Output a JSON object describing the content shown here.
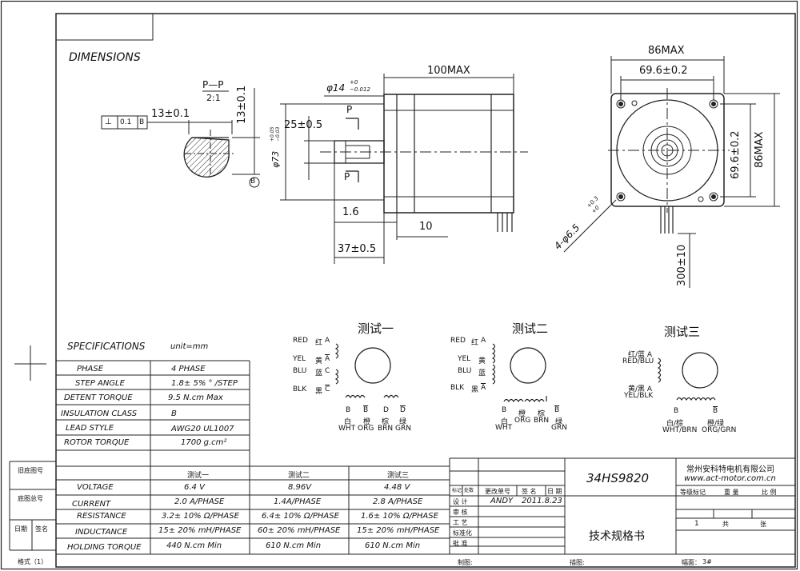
{
  "dimensions_title": "DIMENSIONS",
  "section_view": {
    "label": "P—P",
    "scale": "2:1",
    "flatness_symbol": "⊥",
    "flatness_value": "0.1",
    "flatness_datum": "B",
    "dim_flat": "13±0.1",
    "dim_height": "13±0.1",
    "datum": "B"
  },
  "side_view": {
    "len_max": "100MAX",
    "shaft_dia": "φ14",
    "shaft_tol_up": "+0",
    "shaft_tol_dn": "−0.012",
    "key_len": "25±0.5",
    "pilot_dia": "φ73",
    "pilot_tol_up": "+0.05",
    "pilot_tol_dn": "−0.03",
    "pilot_depth": "1.6",
    "flange": "10",
    "shaft_len": "37±0.5",
    "section_mark": "P"
  },
  "front_view": {
    "overall_w": "86MAX",
    "bolt_w": "69.6±0.2",
    "bolt_h": "69.6±0.2",
    "overall_h": "86MAX",
    "holes": "4-φ6.5",
    "holes_tol_up": "+0.3",
    "holes_tol_dn": "+0",
    "lead_len": "300±10"
  },
  "specs": {
    "title": "SPECIFICATIONS",
    "unit": "unit=mm",
    "rows": [
      {
        "label": "PHASE",
        "value": "4  PHASE"
      },
      {
        "label": "STEP ANGLE",
        "value": "1.8± 5% ° /STEP"
      },
      {
        "label": "DETENT TORQUE",
        "value": "9.5 N.cm Max"
      },
      {
        "label": "INSULATION CLASS",
        "value": "B"
      },
      {
        "label": "LEAD STYLE",
        "value": "AWG20 UL1007"
      },
      {
        "label": "ROTOR TORQUE",
        "value": "1700 g.cm²"
      }
    ]
  },
  "tests": {
    "headers": [
      "测试一",
      "测试二",
      "测试三"
    ],
    "rows": [
      {
        "label": "VOLTAGE",
        "values": [
          "6.4  V",
          "8.96V",
          "4.48  V"
        ]
      },
      {
        "label": "CURRENT",
        "values": [
          "2.0  A/PHASE",
          "1.4A/PHASE",
          "2.8  A/PHASE"
        ]
      },
      {
        "label": "RESISTANCE",
        "values": [
          "3.2± 10%  Ω/PHASE",
          "6.4± 10%  Ω/PHASE",
          "1.6± 10%  Ω/PHASE"
        ]
      },
      {
        "label": "INDUCTANCE",
        "values": [
          "15± 20% mH/PHASE",
          "60± 20% mH/PHASE",
          "15± 20% mH/PHASE"
        ]
      },
      {
        "label": "HOLDING TORQUE",
        "values": [
          "440  N.cm Min",
          "610  N.cm Min",
          "610  N.cm Min"
        ]
      }
    ]
  },
  "wiring": {
    "title1": "测试一",
    "title2": "测试二",
    "title3": "测试三",
    "d1": {
      "red": "RED",
      "red_cn": "红",
      "a": "A",
      "yel": "YEL",
      "yel_cn": "黄",
      "a_bar": "A",
      "blu": "BLU",
      "blu_cn": "蓝",
      "c": "C",
      "blk": "BLK",
      "blk_cn": "黑",
      "c_bar": "C",
      "b": "B",
      "b_bar": "B",
      "d": "D",
      "d_bar": "D",
      "wht_cn": "白",
      "org_cn": "橙",
      "brn_cn": "棕",
      "grn_cn": "绿",
      "wht": "WHT",
      "org": "ORG",
      "brn": "BRN",
      "grn": "GRN"
    },
    "d2": {
      "red": "RED",
      "red_cn": "红",
      "a": "A",
      "yel": "YEL",
      "yel_cn": "黄",
      "blu": "BLU",
      "blu_cn": "蓝",
      "blk": "BLK",
      "blk_cn": "黑",
      "a_bar": "A",
      "b": "B",
      "b_bar": "B",
      "wht_cn": "白",
      "org_cn": "橙",
      "brn_cn": "棕",
      "grn_cn": "绿",
      "wht": "WHT",
      "org": "ORG",
      "brn": "BRN",
      "grn": "GRN"
    },
    "d3": {
      "l1": "红/蓝 A",
      "l2": "RED/BLU",
      "l3": "黄/黑 A",
      "l4": "YEL/BLK",
      "b": "B",
      "b_bar": "B",
      "l5": "白/棕",
      "l6": "WHT/BRN",
      "l7": "橙/绿",
      "l8": "ORG/GRN"
    }
  },
  "title_block": {
    "model": "34HS9820",
    "company": "常州安科特电机有限公司",
    "website": "www.act-motor.com.cn",
    "designer": "ANDY",
    "date": "2011.8.23",
    "doc_title": "技术规格书",
    "h_mark": "标记",
    "h_count": "处数",
    "h_doc": "更改单号",
    "h_sign": "签  名",
    "h_date": "日  期",
    "design": "设  计",
    "review": "审  核",
    "process": "工  艺",
    "standard": "标准化",
    "approve": "批  准",
    "stage": "等级标记",
    "weight": "重  量",
    "ratio": "比  例",
    "sheet_num": "1",
    "total": "共",
    "sheet": "张",
    "drawn": "制图:",
    "desc": "描图:",
    "size": "幅面：",
    "size_val": "3#"
  },
  "margin": {
    "old_no": "旧底图号",
    "base_no": "底图总号",
    "date": "日期",
    "sign": "签名",
    "format": "格式（1）"
  }
}
